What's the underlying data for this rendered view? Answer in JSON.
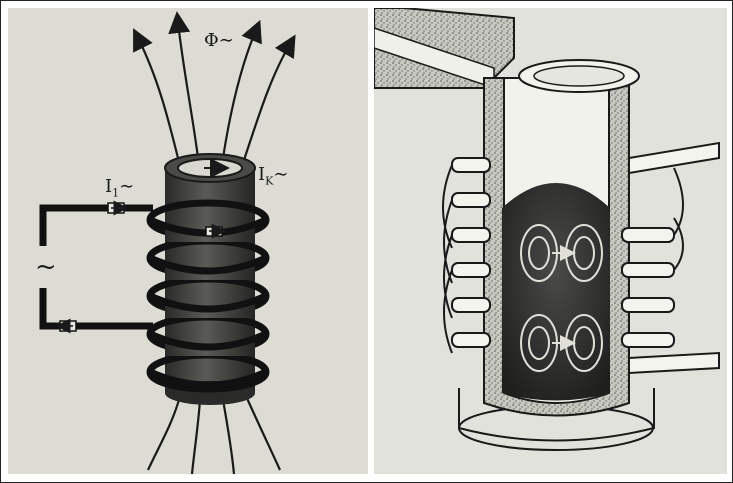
{
  "figure": {
    "left_panel": {
      "labels": {
        "flux": "Φ∼",
        "primary_current": "I",
        "primary_current_sub": "1",
        "primary_current_tail": "∼",
        "induced_current": "I",
        "induced_current_sub": "K",
        "induced_current_tail": "∼",
        "ac_source": "~"
      }
    },
    "right_panel": {},
    "colors": {
      "background": "#dcdcd4",
      "ink": "#1a1a1a",
      "core": "#3a3a38"
    }
  }
}
